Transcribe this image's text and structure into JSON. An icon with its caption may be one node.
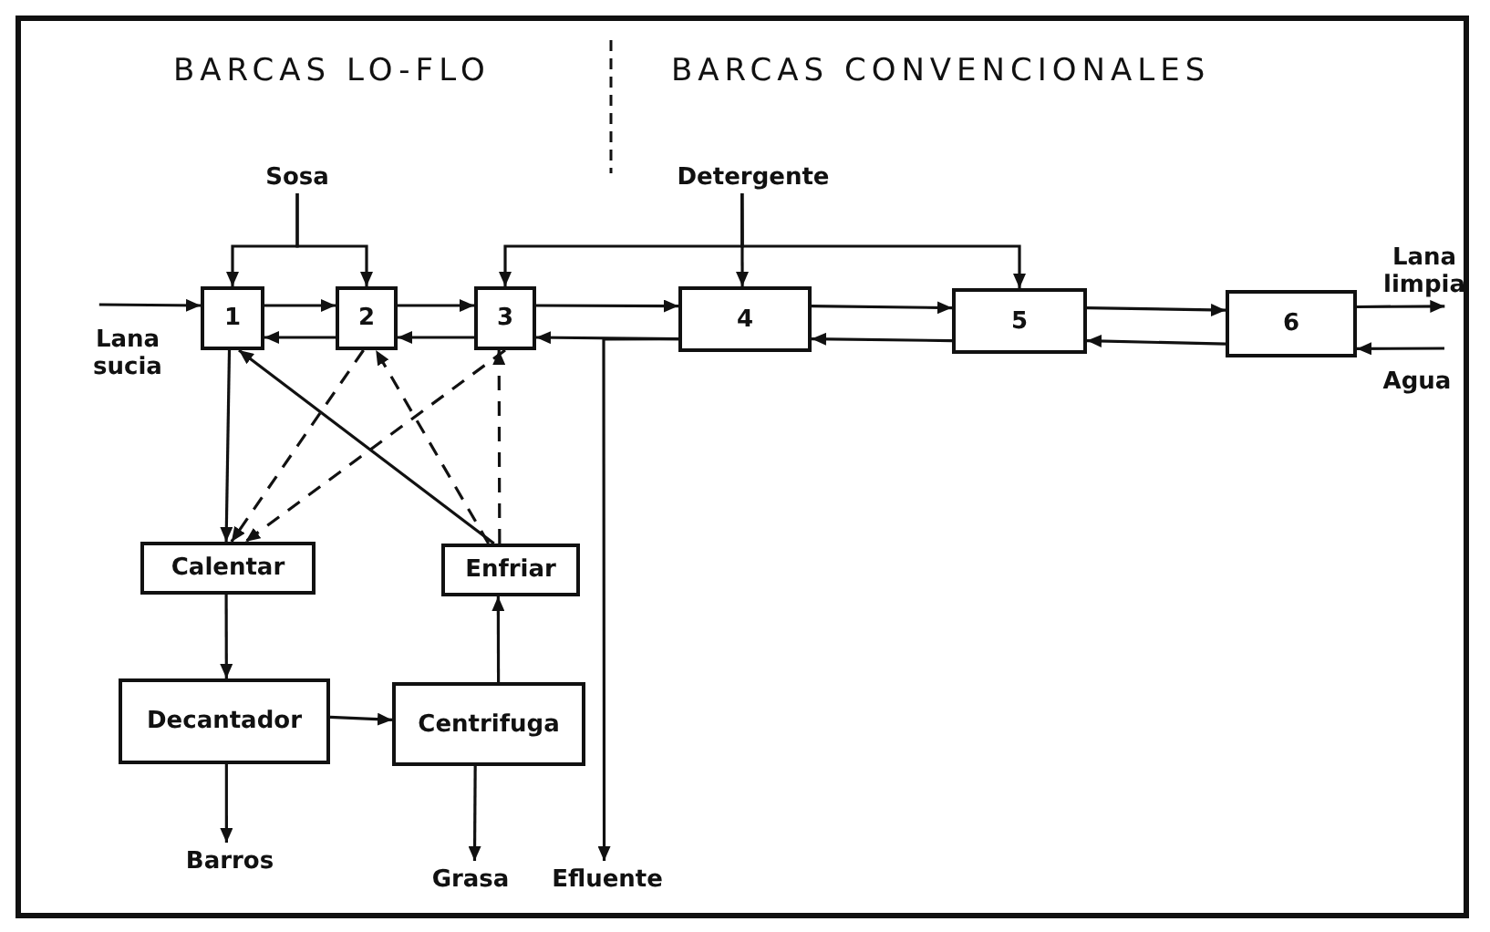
{
  "diagram": {
    "nodes": [
      {
        "text": [
          "1"
        ]
      },
      {
        "text": [
          "2"
        ]
      },
      {
        "text": [
          "3"
        ]
      },
      {
        "text": [
          "4"
        ]
      },
      {
        "text": [
          "5"
        ]
      },
      {
        "text": [
          "6"
        ]
      },
      {
        "text": [
          "Calentar"
        ]
      },
      {
        "text": [
          "Enfriar"
        ]
      },
      {
        "text": [
          "Decantador"
        ]
      },
      {
        "text": [
          "Centrifuga"
        ]
      },
      {
        "text": [
          "Sosa"
        ]
      },
      {
        "text": [
          "Detergente"
        ]
      },
      {
        "text": [
          "Barros"
        ]
      },
      {
        "text": [
          "Grasa"
        ]
      },
      {
        "text": [
          "Efluente"
        ]
      },
      {
        "text": [
          "Lana sucia"
        ]
      },
      {
        "text": [
          "Lana limpia"
        ]
      },
      {
        "text": [
          "Agua"
        ]
      }
    ],
    "edges": [
      {
        "from": 15,
        "to": 0,
        "arrow": "to"
      },
      {
        "from": 0,
        "to": 1,
        "arrow": "to"
      },
      {
        "from": 1,
        "to": 2,
        "arrow": "to"
      },
      {
        "from": 2,
        "to": 3,
        "arrow": "to"
      },
      {
        "from": 3,
        "to": 4,
        "arrow": "to"
      },
      {
        "from": 4,
        "to": 5,
        "arrow": "to"
      },
      {
        "from": 5,
        "to": 16,
        "arrow": "to"
      },
      {
        "from": 5,
        "to": 4,
        "arrow": "to"
      },
      {
        "from": 4,
        "to": 3,
        "arrow": "to"
      },
      {
        "from": 3,
        "to": 2,
        "arrow": "to"
      },
      {
        "from": 3,
        "to": 14,
        "arrow": "to"
      },
      {
        "from": 2,
        "to": 1,
        "arrow": "to"
      },
      {
        "from": 1,
        "to": 0,
        "arrow": "to"
      },
      {
        "from": 17,
        "to": 5,
        "arrow": "to"
      },
      {
        "from": 10,
        "to": 0,
        "arrow": "to"
      },
      {
        "from": 10,
        "to": 1,
        "arrow": "to"
      },
      {
        "from": 11,
        "to": 2,
        "arrow": "to"
      },
      {
        "from": 11,
        "to": 3,
        "arrow": "to"
      },
      {
        "from": 11,
        "to": 4,
        "arrow": "to"
      },
      {
        "from": 0,
        "to": 6,
        "arrow": "to"
      },
      {
        "from": 1,
        "to": 6,
        "arrow": "to",
        "style": "dashed"
      },
      {
        "from": 2,
        "to": 6,
        "arrow": "to",
        "style": "dashed"
      },
      {
        "from": 7,
        "to": 0,
        "arrow": "to"
      },
      {
        "from": 7,
        "to": 1,
        "arrow": "to",
        "style": "dashed"
      },
      {
        "from": 7,
        "to": 2,
        "arrow": "to",
        "style": "dashed"
      },
      {
        "from": 6,
        "to": 8,
        "arrow": "to"
      },
      {
        "from": 8,
        "to": 9,
        "arrow": "to"
      },
      {
        "from": 9,
        "to": 7,
        "arrow": "to"
      },
      {
        "from": 8,
        "to": 12,
        "arrow": "to"
      },
      {
        "from": 9,
        "to": 13,
        "arrow": "to"
      }
    ],
    "labels": [
      "BARCAS LO-FLO",
      "BARCAS CONVENCIONALES"
    ]
  }
}
